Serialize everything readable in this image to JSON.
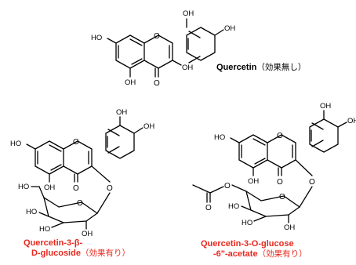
{
  "molecules": [
    {
      "caption": {
        "name": "Quercetin",
        "note": "（効果無し）"
      },
      "atom_labels": [
        "OH",
        "OH",
        "HO",
        "OH",
        "OH",
        "O",
        "O"
      ],
      "name_color": "#000000"
    },
    {
      "caption": {
        "name_line1": "Quercetin-3-β-",
        "name_line2": "D-glucoside",
        "note": "（効果有り）"
      },
      "atom_labels": [
        "OH",
        "OH",
        "HO",
        "OH",
        "O",
        "O",
        "O",
        "O",
        "HO",
        "HO",
        "HO",
        "OH"
      ],
      "name_color": "#e8281e"
    },
    {
      "caption": {
        "name_line1": "Quercetin-3-O-glucose",
        "name_line2": "-6\"-acetate",
        "note": "（効果有り）"
      },
      "atom_labels": [
        "OH",
        "OH",
        "HO",
        "OH",
        "O",
        "O",
        "O",
        "O",
        "O",
        "HO",
        "HO",
        "OH",
        "O"
      ],
      "name_color": "#e8281e"
    }
  ]
}
